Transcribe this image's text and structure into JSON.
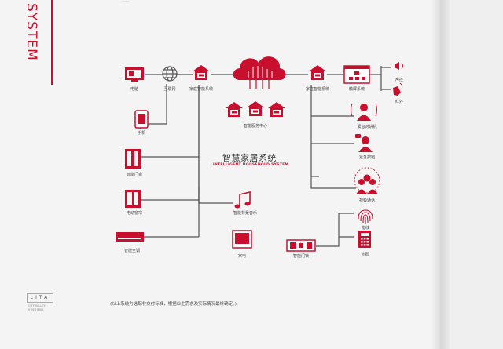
{
  "side_title": "SYSTEM",
  "top_text": "......",
  "title_cn": "智慧家居系统",
  "title_en": "INTELLIGENT HOUSEHOLD SYSTEM",
  "labels": {
    "computer": "电脑",
    "internet": "互联网",
    "home_system_left": "家庭智能系统",
    "home_system_right": "家庭智能系统",
    "touch_system": "触屏系统",
    "voice": "声控",
    "infrared": "红外",
    "phone": "手机",
    "service_center": "智能服务中心",
    "intercom": "紧急对讲机",
    "alarm": "紧急按钮",
    "smart_door": "智能门窗",
    "curtain": "电动窗帘",
    "video_call": "视频通话",
    "music": "智能背景音乐",
    "ac": "智能空调",
    "appliance": "家电",
    "smart_lock": "智能门锁",
    "fingerprint": "指纹",
    "password": "密码"
  },
  "footnote": "(以上系统为选配非交付标准，根据业主需求及实际情况最终确定。)",
  "brand": {
    "letters": "LITA",
    "sub": "CITY VALLEY\nSYNTHESIS"
  },
  "colors": {
    "accent": "#c8102e",
    "line": "#555555"
  }
}
